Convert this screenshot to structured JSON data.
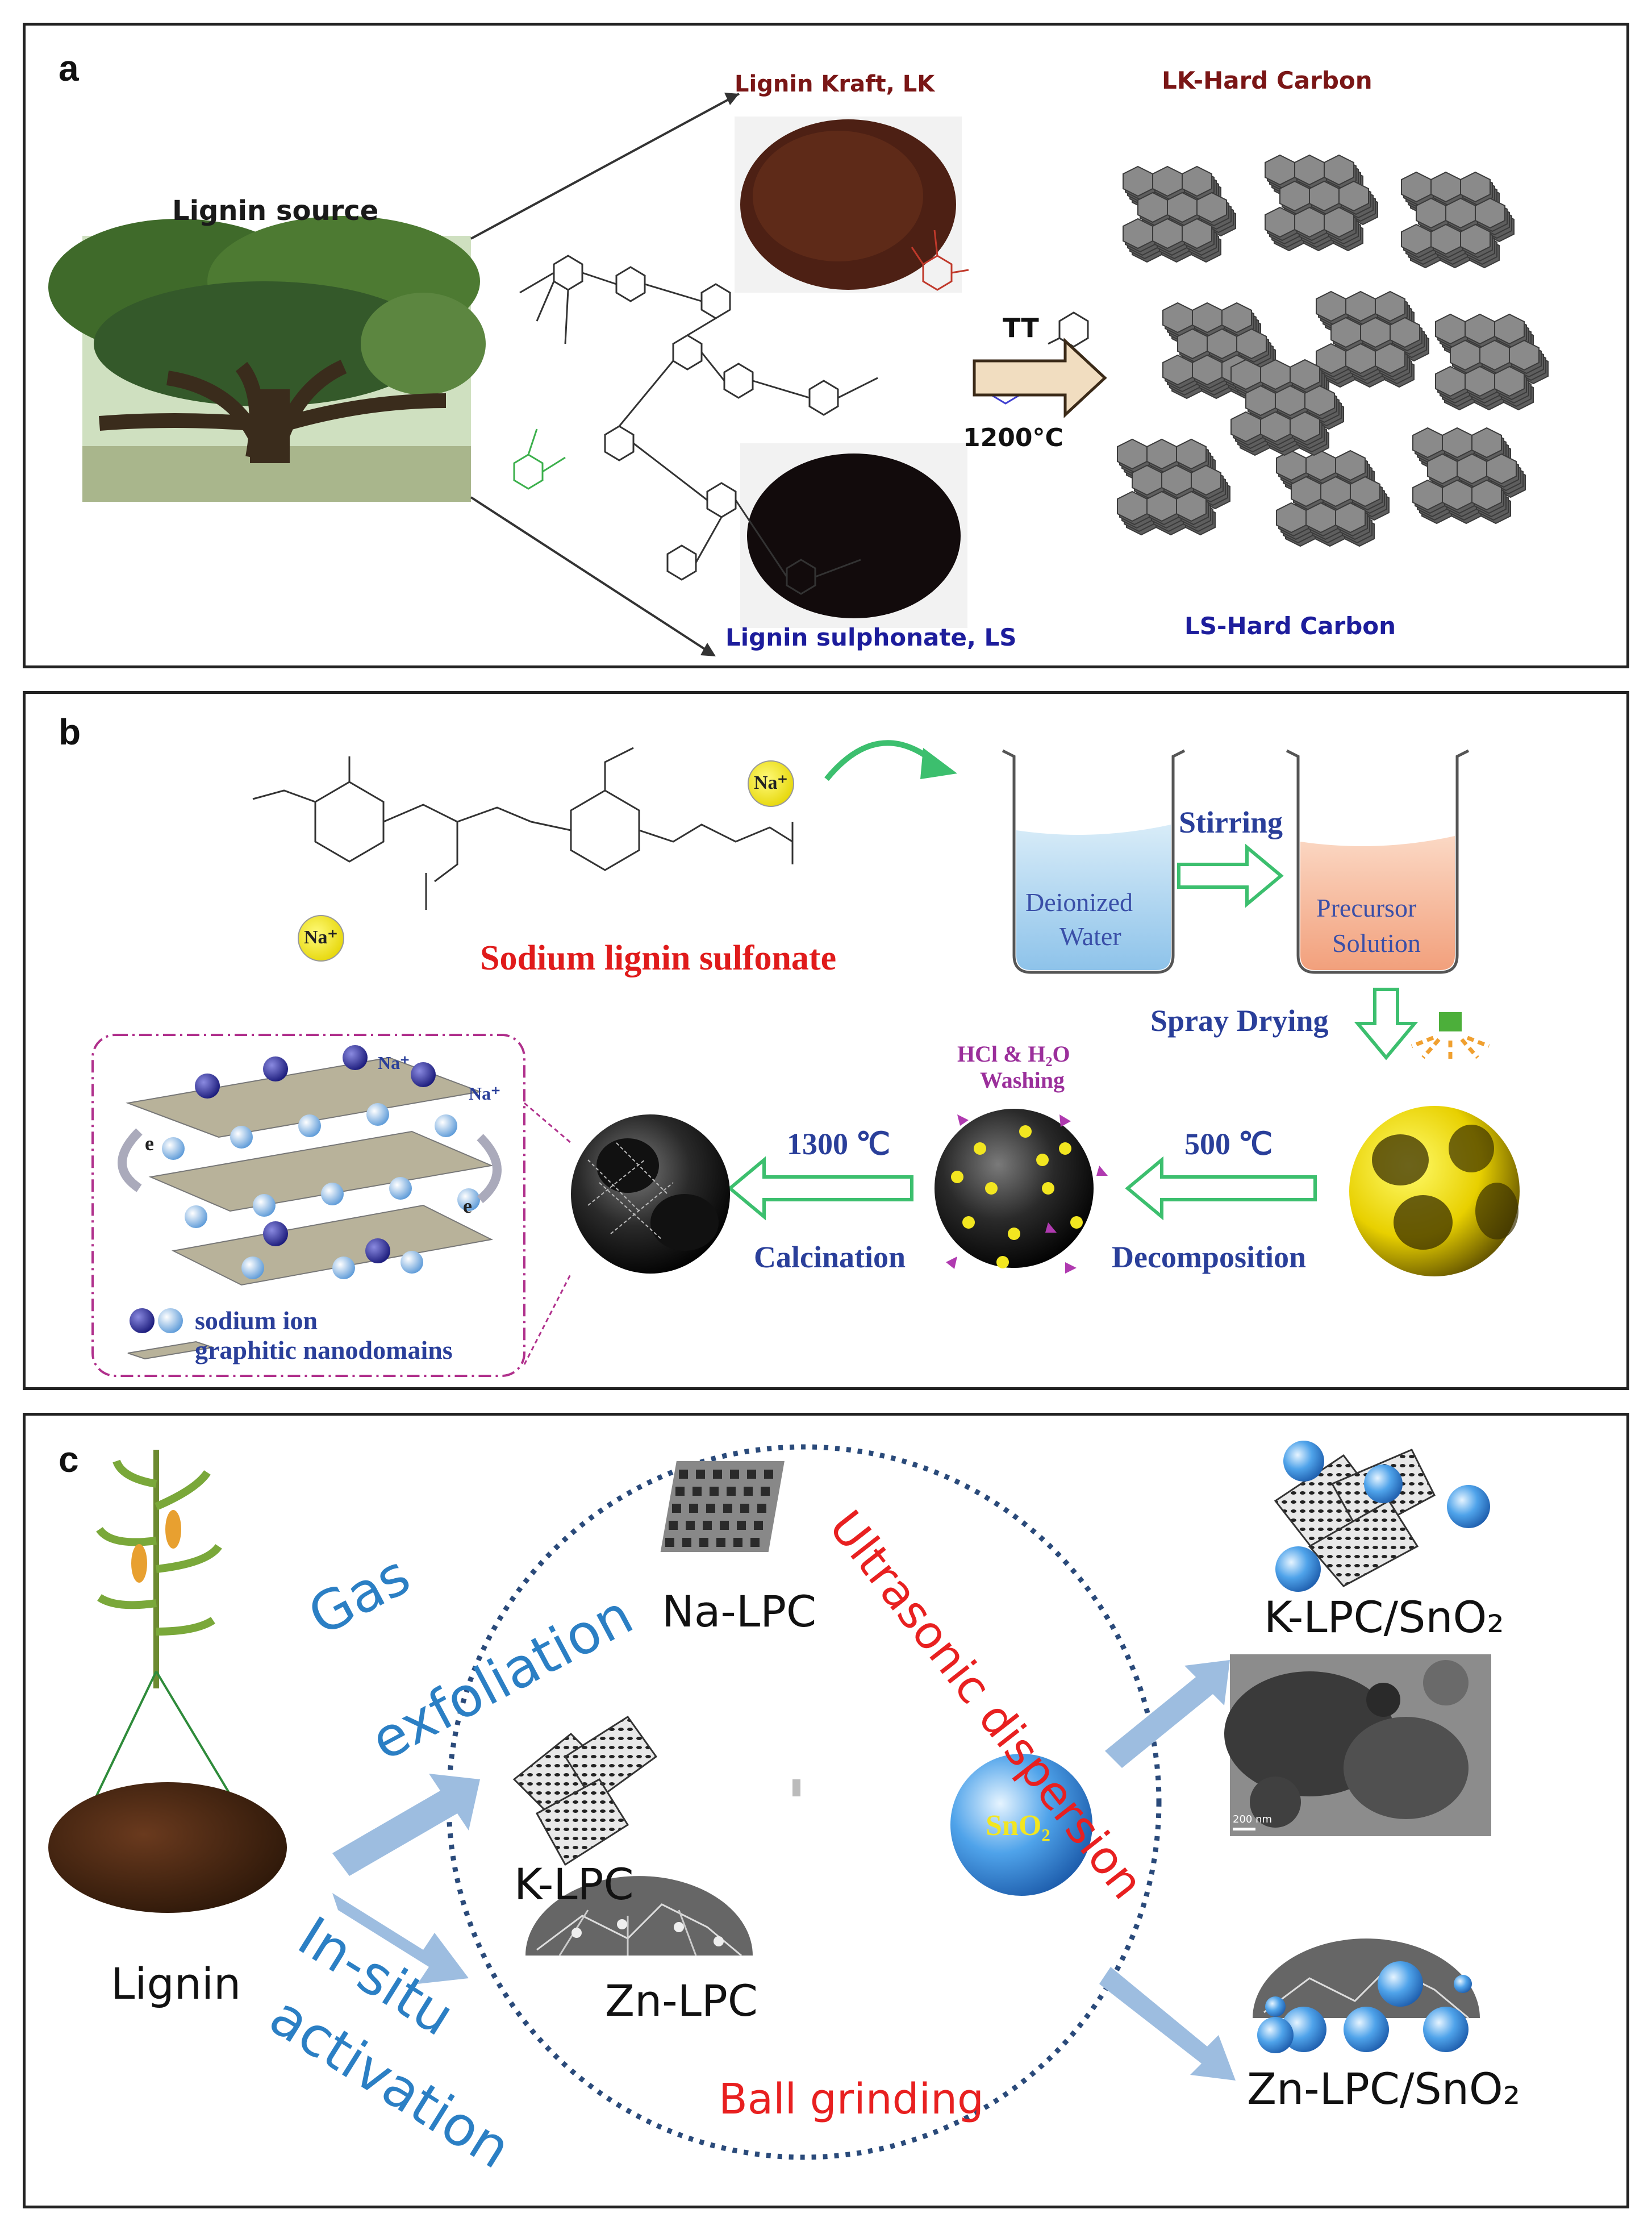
{
  "panel_a": {
    "label": "a",
    "lignin_source": "Lignin source",
    "lk_label": "Lignin Kraft, LK",
    "ls_label": "Lignin sulphonate, LS",
    "tt": "TT",
    "temperature": "1200°C",
    "lk_hard_carbon": "LK-Hard Carbon",
    "ls_hard_carbon": "LS-Hard Carbon"
  },
  "panel_b": {
    "label": "b",
    "compound": "Sodium lignin sulfonate",
    "na_ion": "Na⁺",
    "stirring": "Stirring",
    "deionized": "Deionized",
    "water": "Water",
    "precursor": "Precursor",
    "solution": "Solution",
    "spray_drying": "Spray Drying",
    "temp_500": "500 ℃",
    "decomposition": "Decomposition",
    "hcl_washing": "HCl & H₂O",
    "washing": "Washing",
    "temp_1300": "1300 ℃",
    "calcination": "Calcination",
    "legend_sodium": "sodium ion",
    "legend_graphitic": "graphitic nanodomains",
    "e_label": "e"
  },
  "panel_c": {
    "label": "c",
    "gas": "Gas",
    "exfoliation": "exfoliation",
    "in_situ": "In-situ",
    "activation": "activation",
    "lignin": "Lignin",
    "na_lpc": "Na-LPC",
    "k_lpc": "K-LPC",
    "zn_lpc": "Zn-LPC",
    "sno2": "SnO₂",
    "ultrasonic": "Ultrasonic dispersion",
    "ball_grinding": "Ball grinding",
    "k_lpc_sno2": "K-LPC/SnO₂",
    "zn_lpc_sno2": "Zn-LPC/SnO₂",
    "tem_scale": "200 nm"
  },
  "colors": {
    "lk_red": "#7a1616",
    "ls_blue": "#1d1d9c",
    "green_arrow": "#3cbf6e",
    "b_blue": "#2a3f9a",
    "b_red": "#e01b1b",
    "c_blue": "#2b7fc4",
    "c_red": "#e82020",
    "arrow_blue": "#9dbde0"
  }
}
